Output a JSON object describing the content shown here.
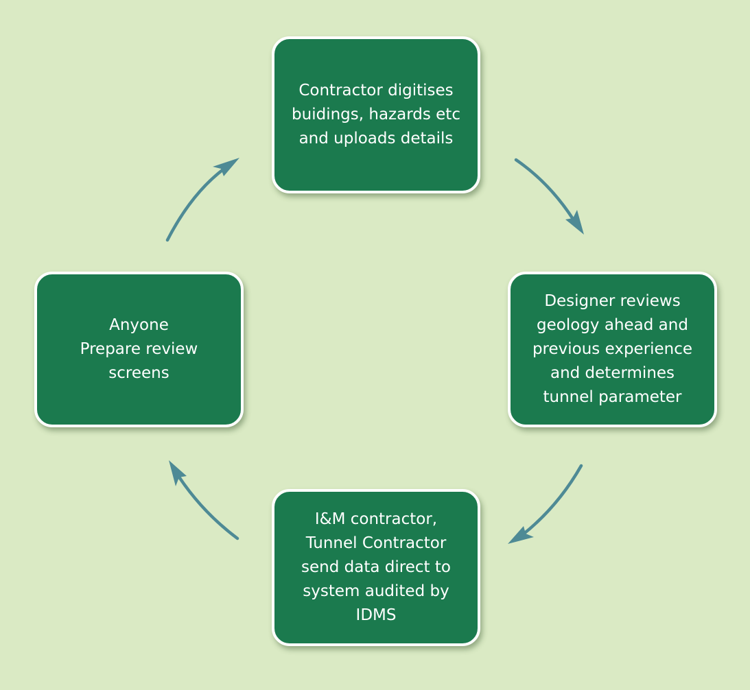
{
  "diagram": {
    "background_color": "#daeac4",
    "node_color": "#1b7a4e",
    "arrow_color": "#4e8a95",
    "nodes": {
      "top": "Contractor digitises\nbuidings, hazards etc\nand uploads details",
      "right": "Designer reviews\ngeology ahead and\nprevious experience\nand determines\ntunnel parameter",
      "bottom": "I&M contractor,\nTunnel Contractor\nsend data direct to\nsystem audited by\nIDMS",
      "left": "Anyone\nPrepare review\nscreens"
    },
    "flow": "clockwise"
  }
}
